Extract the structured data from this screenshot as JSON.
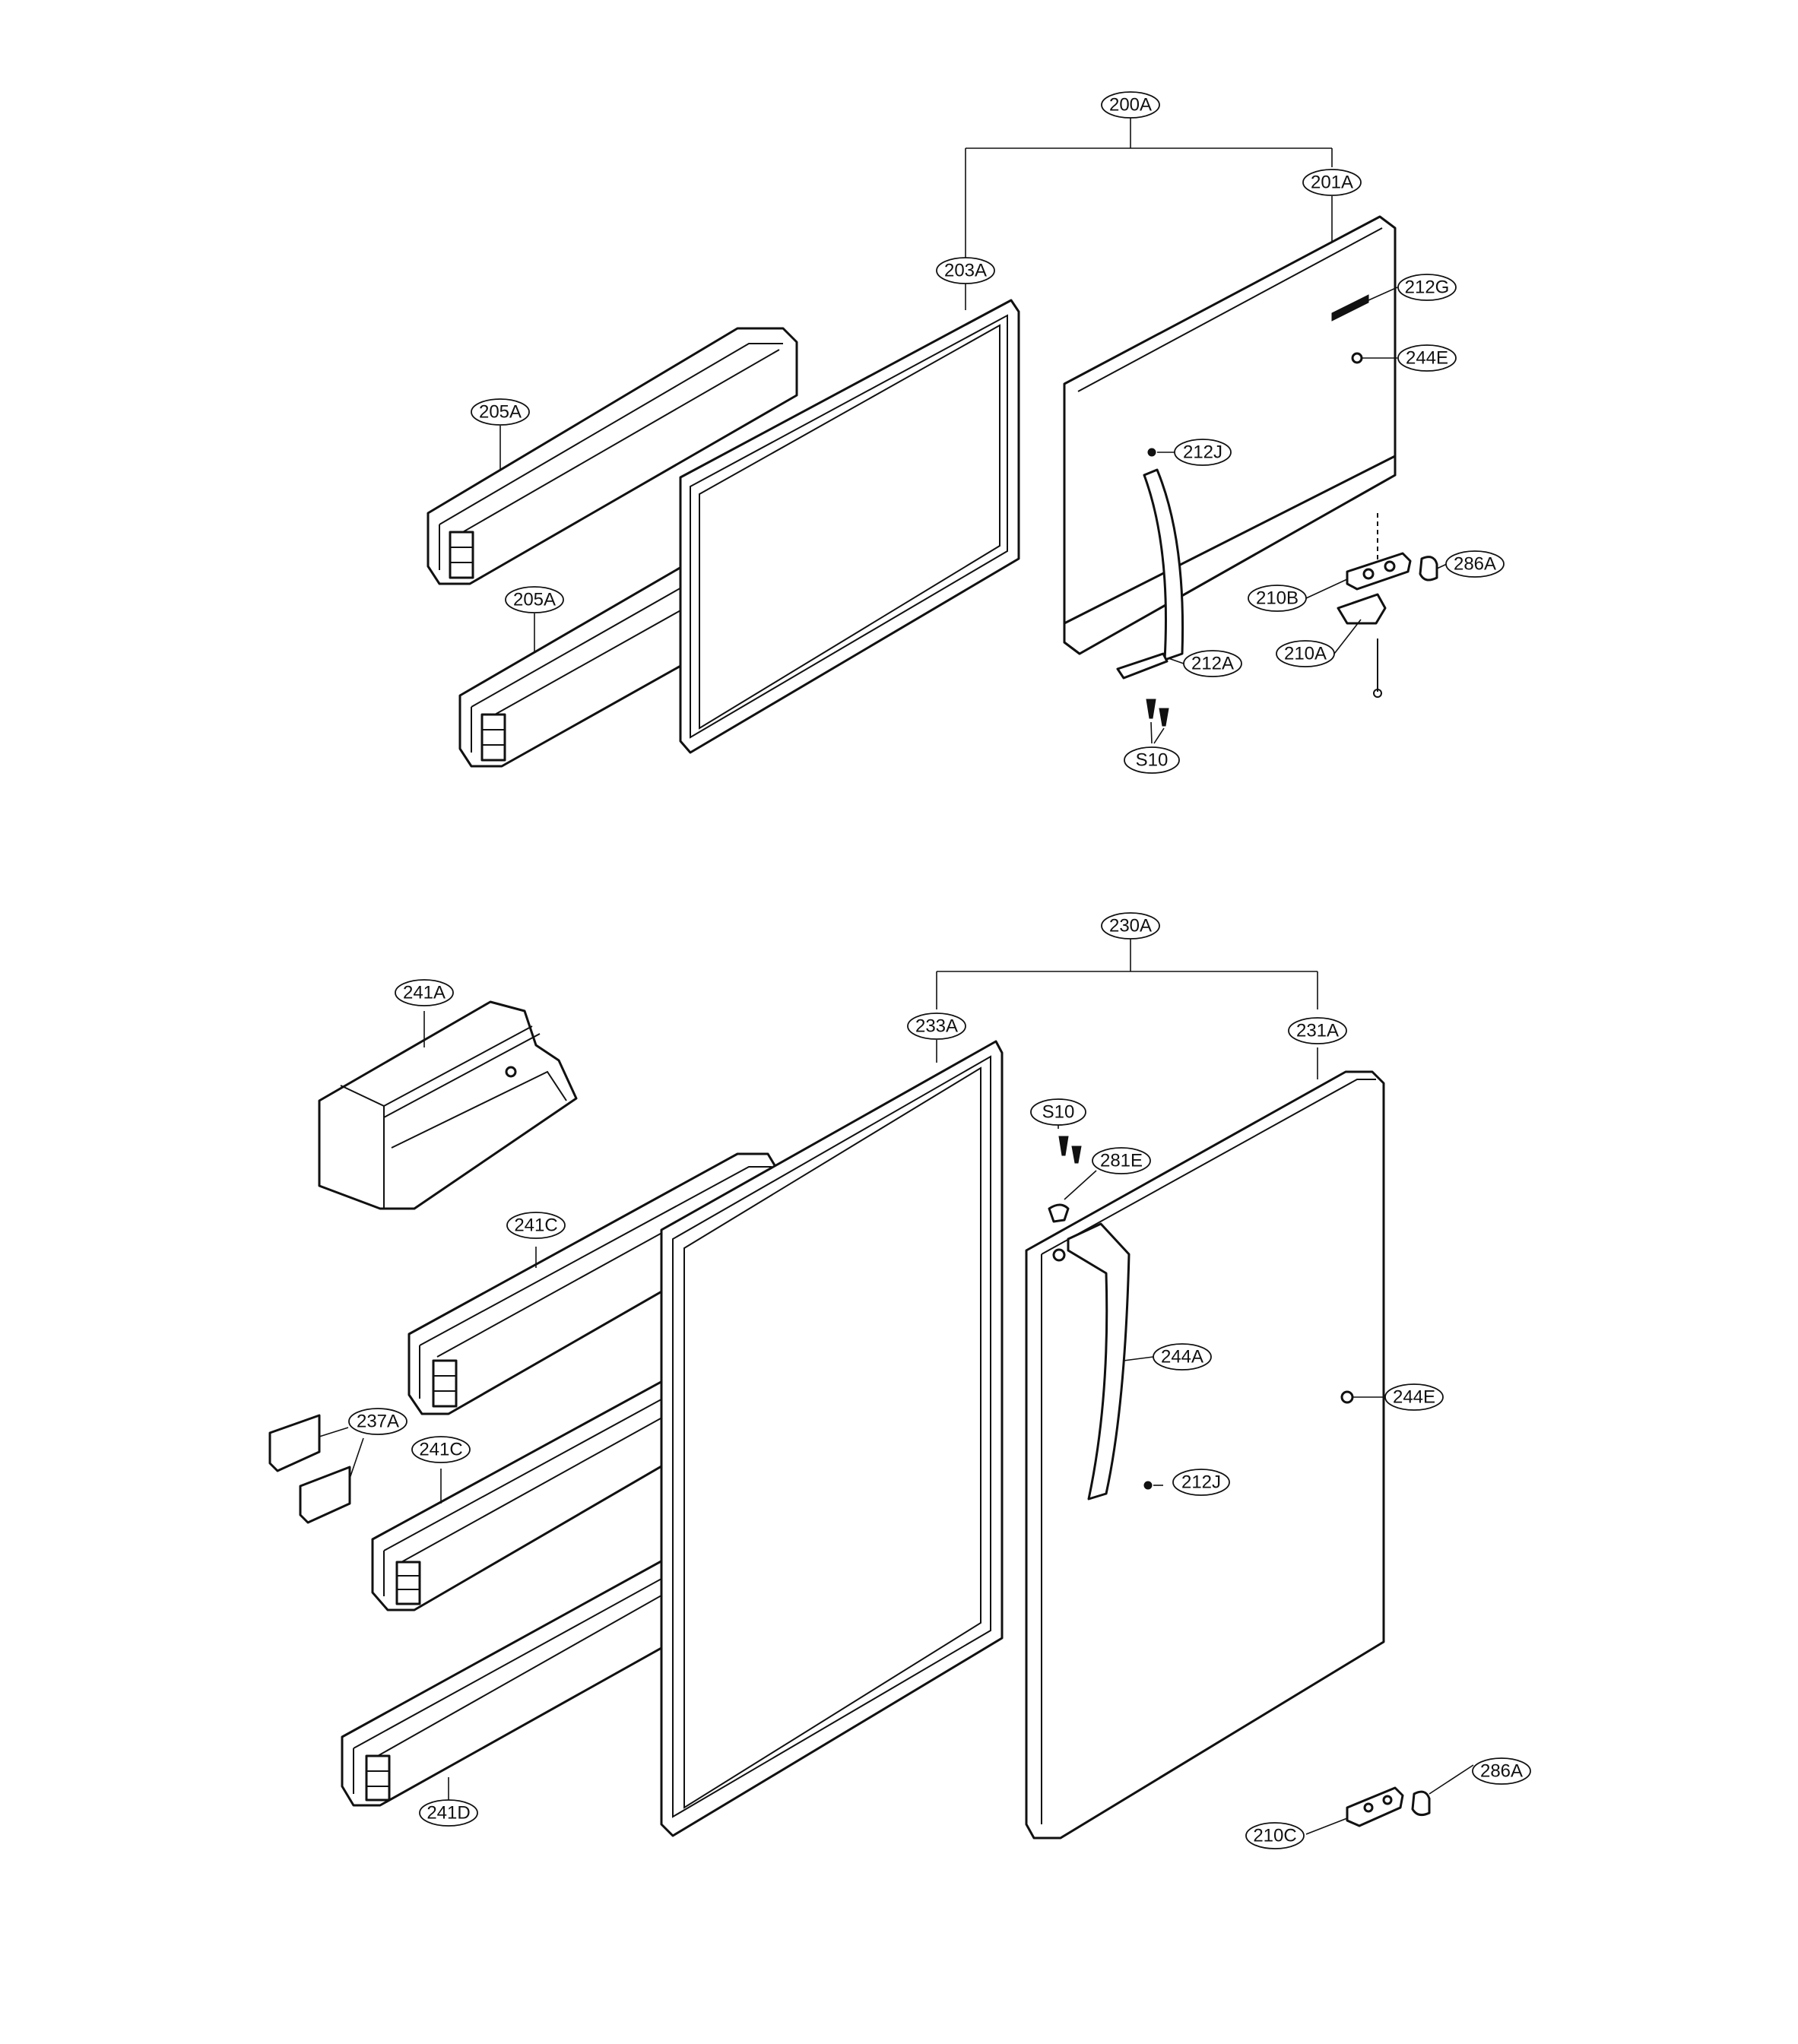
{
  "labels": {
    "top_assembly": "200A",
    "top_door": "201A",
    "top_gasket": "203A",
    "top_basket_1": "205A",
    "top_basket_2": "205A",
    "top_logo": "212G",
    "top_plug": "244E",
    "top_screw": "212J",
    "top_hinge_b": "210B",
    "top_hinge_a": "210A",
    "top_cap": "286A",
    "top_handle": "212A",
    "top_screws": "S10",
    "bottom_assembly": "230A",
    "bottom_door": "231A",
    "bottom_gasket": "233A",
    "bottom_guard": "241A",
    "bottom_basket_c1": "241C",
    "bottom_basket_c2": "241C",
    "bottom_basket_d": "241D",
    "bottom_clips": "237A",
    "bottom_screws": "S10",
    "bottom_pin": "281E",
    "bottom_handle": "244A",
    "bottom_plug": "244E",
    "bottom_screw": "212J",
    "bottom_cap": "286A",
    "bottom_hinge_c": "210C"
  }
}
